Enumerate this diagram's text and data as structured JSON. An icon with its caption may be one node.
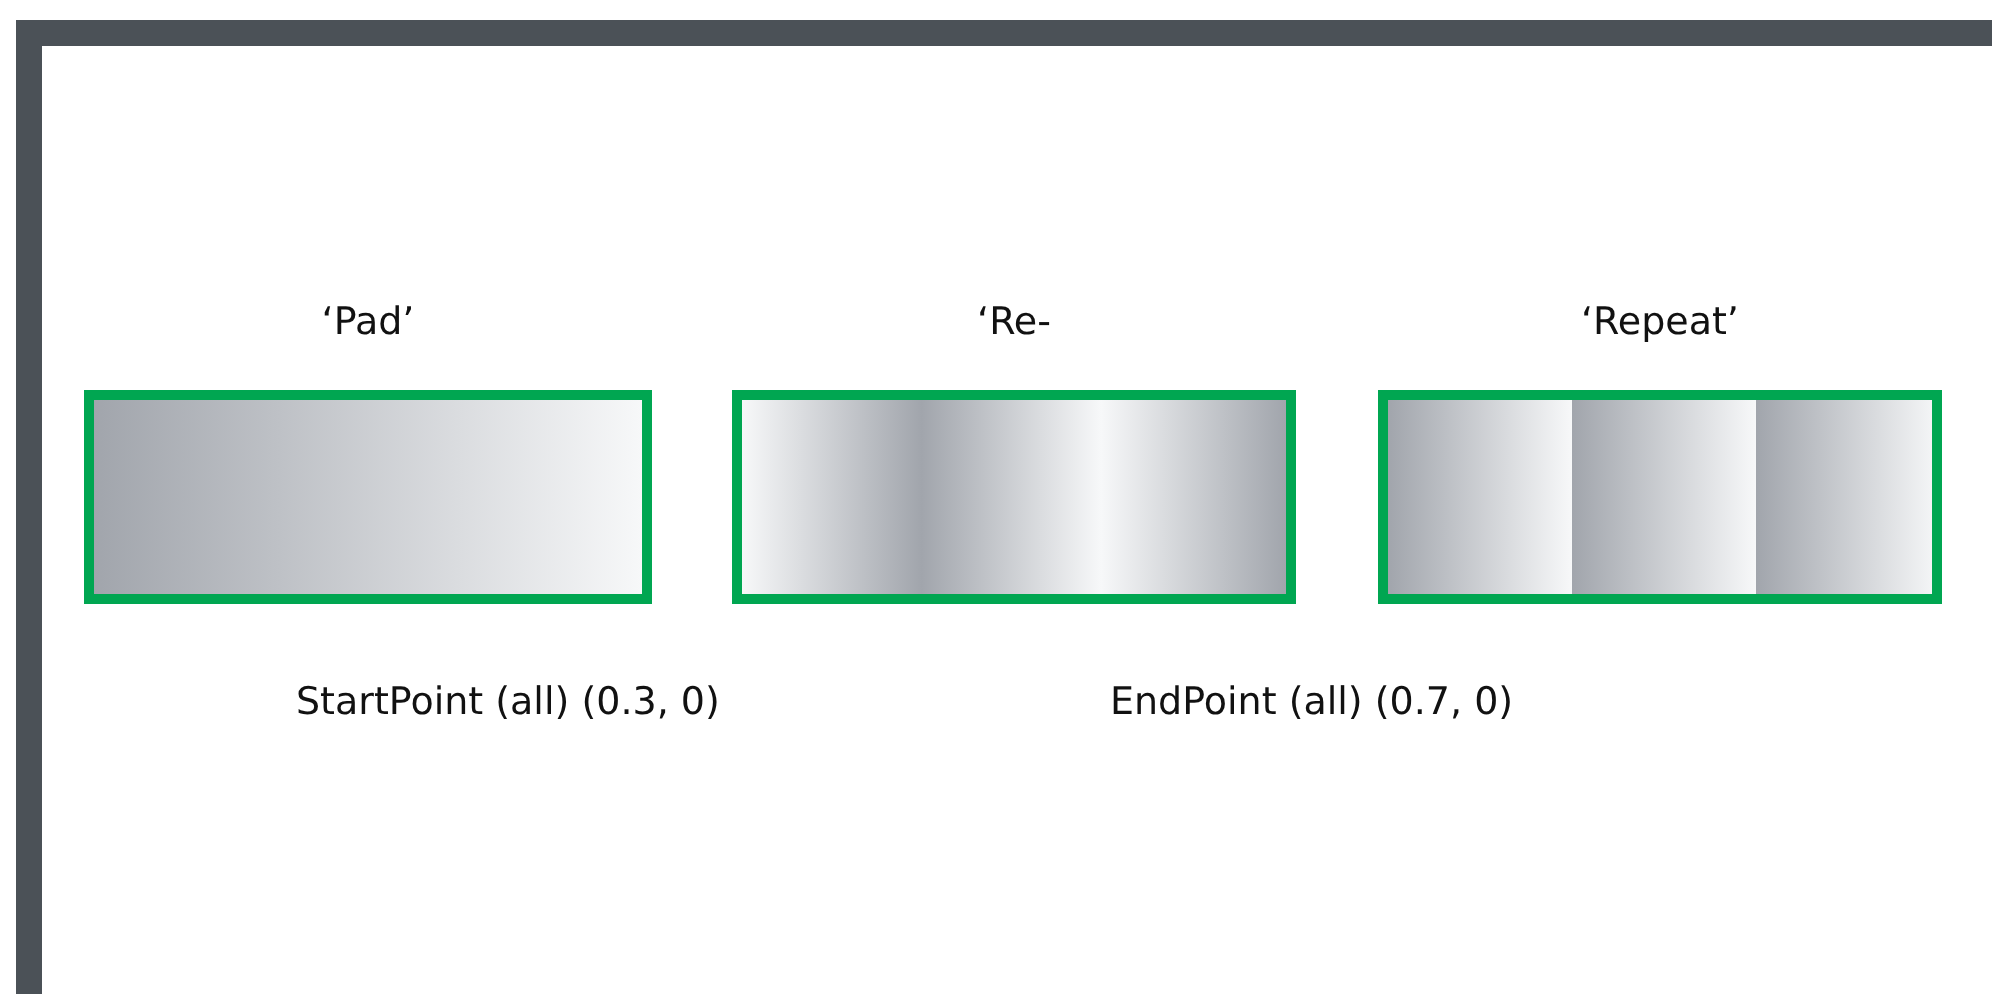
{
  "diagram": {
    "nodes": [
      {
        "text": [
          "‘Pad’"
        ]
      },
      {
        "text": [
          "‘Re-"
        ]
      },
      {
        "text": [
          "‘Repeat’"
        ]
      }
    ],
    "labels": [
      "StartPoint (all) (0.3, 0)",
      "EndPoint (all) (0.7, 0)"
    ]
  }
}
